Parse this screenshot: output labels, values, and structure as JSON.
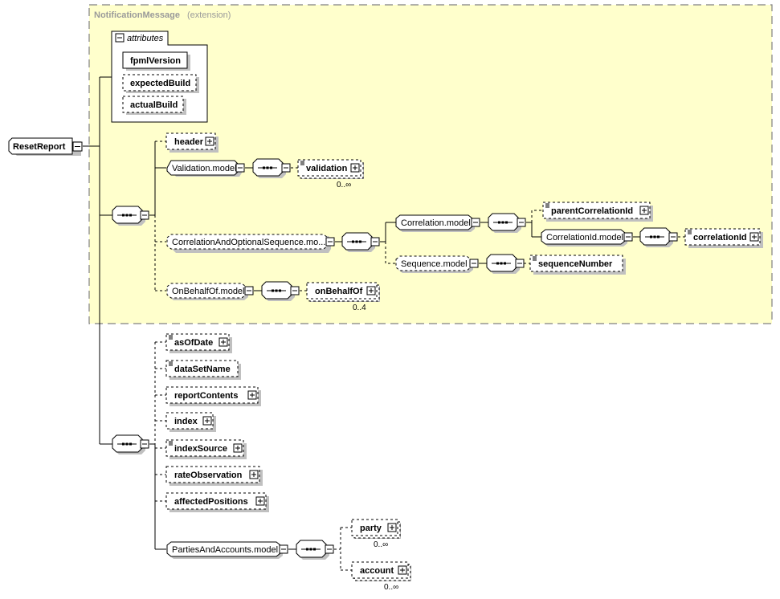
{
  "extension": {
    "title": "NotificationMessage",
    "subtitle": "(extension)",
    "fill": "#ffffcc",
    "border": "#808080"
  },
  "root": {
    "label": "ResetReport"
  },
  "attributes": {
    "label": "attributes",
    "items": [
      {
        "label": "fpmlVersion",
        "optional": false
      },
      {
        "label": "expectedBuild",
        "optional": true
      },
      {
        "label": "actualBuild",
        "optional": true
      }
    ]
  },
  "ext_seq": {
    "header": {
      "label": "header"
    },
    "validation_model": {
      "label": "Validation.model"
    },
    "validation": {
      "label": "validation",
      "occurs": "0..∞"
    },
    "corr_opt_seq_model": {
      "label": "CorrelationAndOptionalSequence.mo..."
    },
    "correlation_model": {
      "label": "Correlation.model"
    },
    "parent_correlation_id": {
      "label": "parentCorrelationId"
    },
    "correlation_id_model": {
      "label": "CorrelationId.model"
    },
    "correlation_id": {
      "label": "correlationId"
    },
    "sequence_model": {
      "label": "Sequence.model"
    },
    "sequence_number": {
      "label": "sequenceNumber"
    },
    "on_behalf_of_model": {
      "label": "OnBehalfOf.model"
    },
    "on_behalf_of": {
      "label": "onBehalfOf",
      "occurs": "0..4"
    }
  },
  "main_seq": {
    "items": [
      {
        "label": "asOfDate"
      },
      {
        "label": "dataSetName"
      },
      {
        "label": "reportContents"
      },
      {
        "label": "index"
      },
      {
        "label": "indexSource"
      },
      {
        "label": "rateObservation"
      },
      {
        "label": "affectedPositions"
      }
    ],
    "parties_model": {
      "label": "PartiesAndAccounts.model"
    },
    "party": {
      "label": "party",
      "occurs": "0..∞"
    },
    "account": {
      "label": "account",
      "occurs": "0..∞"
    }
  }
}
